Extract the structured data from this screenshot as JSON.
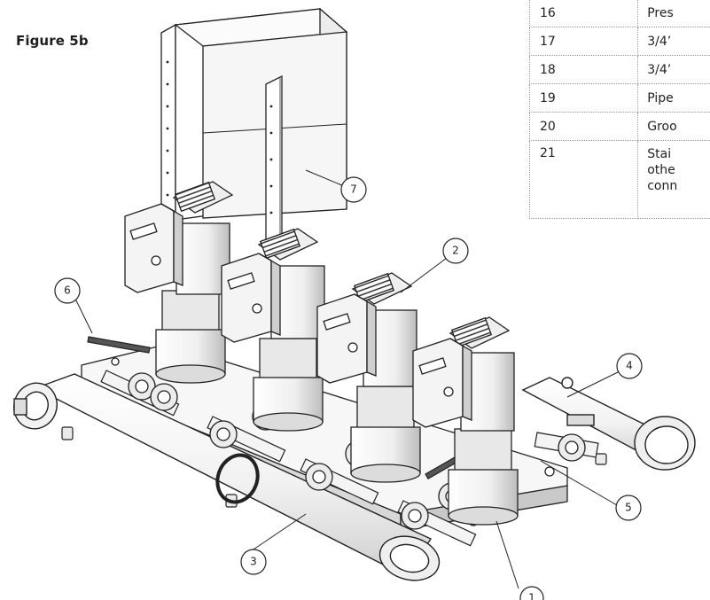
{
  "figure": {
    "label": "Figure 5b"
  },
  "parts_table": {
    "rows": [
      {
        "number": "16",
        "description": "Pres"
      },
      {
        "number": "17",
        "description": "3/4’"
      },
      {
        "number": "18",
        "description": "3/4’"
      },
      {
        "number": "19",
        "description": "Pipe"
      },
      {
        "number": "20",
        "description": "Groo"
      },
      {
        "number": "21",
        "description_lines": [
          "Stai",
          "othe",
          "conn"
        ]
      }
    ]
  },
  "callouts": [
    "1",
    "2",
    "3",
    "4",
    "5",
    "6",
    "7"
  ]
}
